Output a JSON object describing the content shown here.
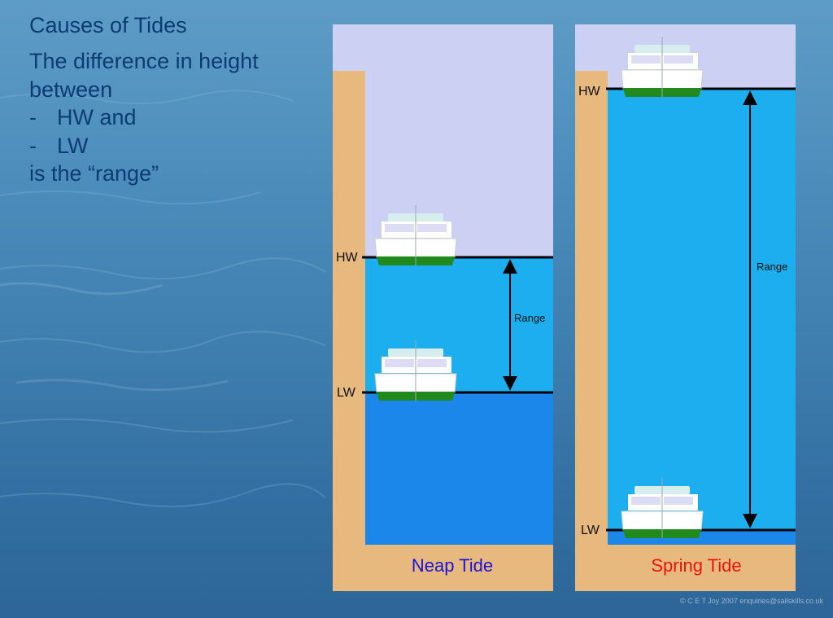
{
  "slide": {
    "heading": "Causes of Tides",
    "lines": [
      "The difference in height",
      "between",
      "HW and",
      "LW",
      "is the “range”"
    ],
    "dash": "-"
  },
  "panels": {
    "neap": {
      "title": "Neap Tide",
      "title_color": "#1a14d8",
      "hw_label": "HW",
      "lw_label": "LW",
      "range_label": "Range"
    },
    "spring": {
      "title": "Spring Tide",
      "title_color": "#e8150e",
      "hw_label": "HW",
      "lw_label": "LW",
      "range_label": "Range"
    }
  },
  "colors": {
    "sky": "#ccd0f2",
    "wall": "#e8b97f",
    "water_high": "#1caeef",
    "water_low": "#1c87ea",
    "hull": "#ffffff",
    "keel": "#22891e",
    "cabin": "#dcdcf5",
    "roof": "#d6eeee"
  },
  "footer": "© C E T Joy 2007 enquiries@sailskills.co.uk"
}
